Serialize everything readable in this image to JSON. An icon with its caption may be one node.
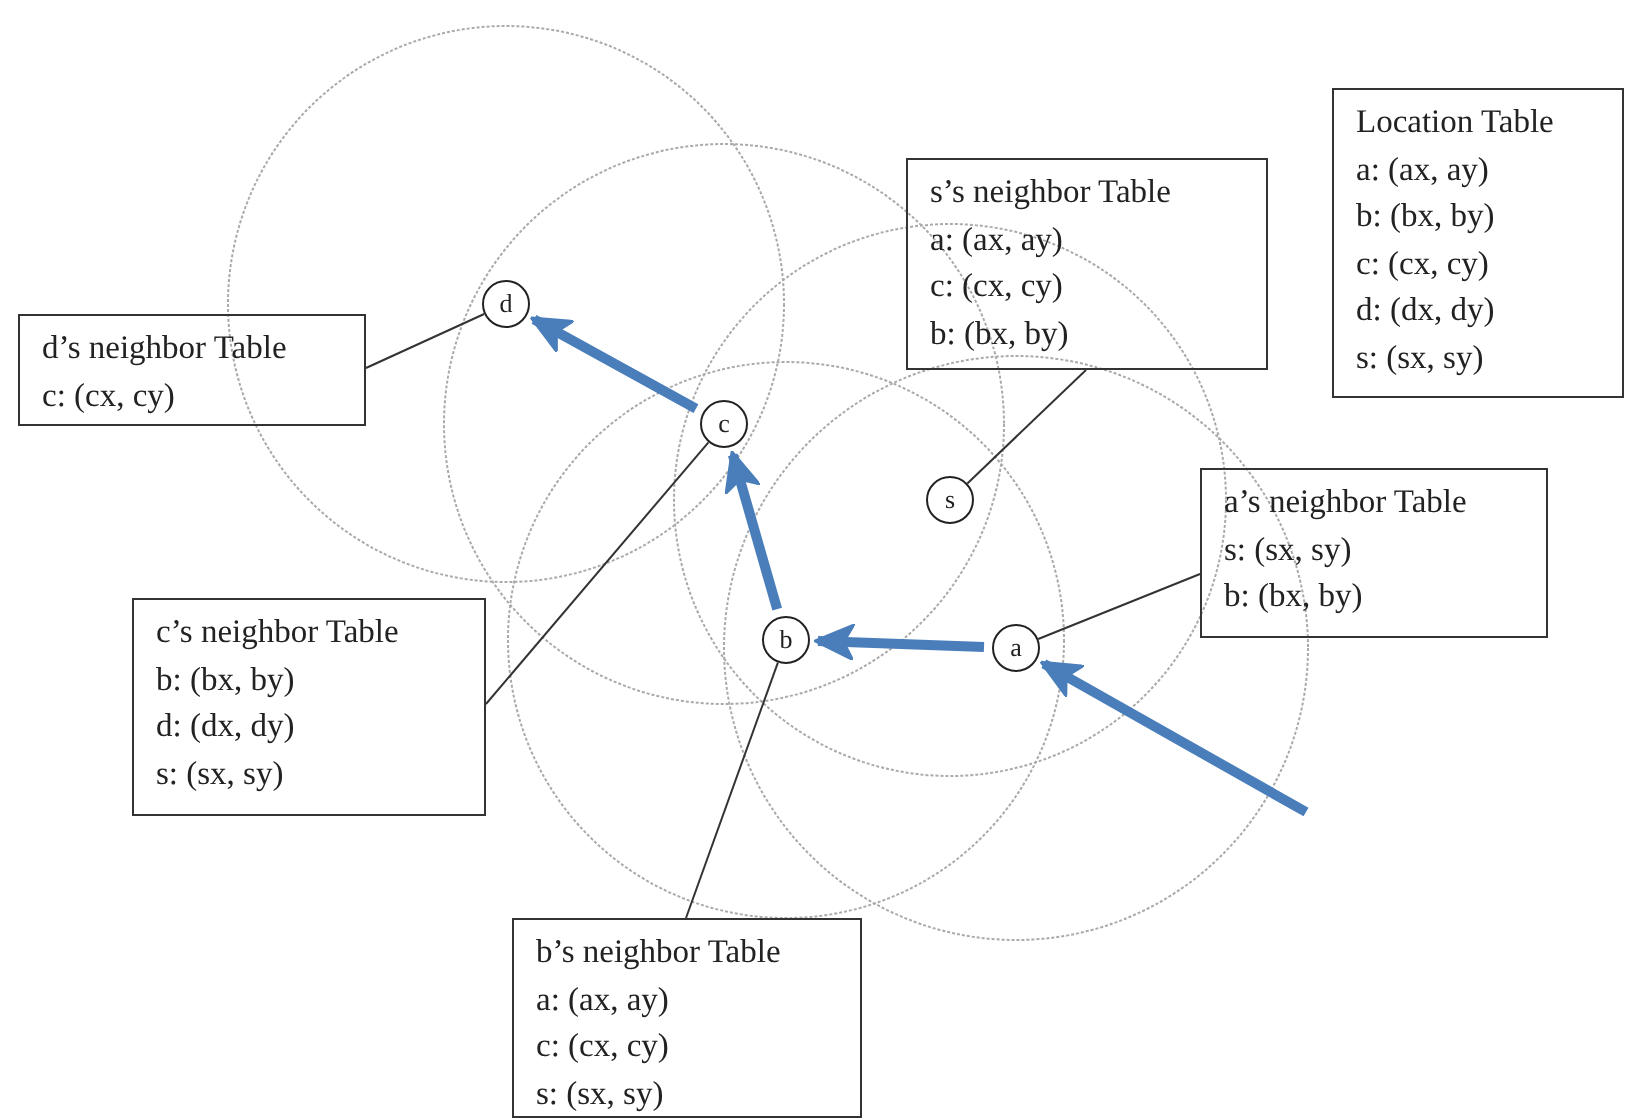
{
  "diagram": {
    "nodes": [
      {
        "text": [
          "Location Table",
          "a: (ax, ay)",
          "b: (bx, by)",
          "c: (cx, cy)",
          "d: (dx, dy)",
          "s: (sx, sy)"
        ]
      },
      {
        "text": [
          "s’s neighbor Table",
          "a: (ax, ay)",
          "c: (cx, cy)",
          "b: (bx, by)"
        ]
      },
      {
        "text": [
          "d"
        ]
      },
      {
        "text": [
          "d’s neighbor Table",
          "c: (cx, cy)"
        ]
      },
      {
        "text": [
          "c"
        ]
      },
      {
        "text": [
          "s"
        ]
      },
      {
        "text": [
          "a’s neighbor Table",
          "s: (sx, sy)",
          "b: (bx, by)"
        ]
      },
      {
        "text": [
          "c’s neighbor Table",
          "b: (bx, by)",
          "d: (dx, dy)",
          "s: (sx, sy)"
        ]
      },
      {
        "text": [
          "b"
        ]
      },
      {
        "text": [
          "a"
        ]
      },
      {
        "text": [
          "b’s neighbor Table",
          "a: (ax, ay)",
          "c: (cx, cy)",
          "s: (sx, sy)"
        ]
      }
    ],
    "edges": [
      {
        "from": null,
        "to": 9,
        "arrow": "to",
        "style": "thick",
        "color": "#4a7ebb"
      },
      {
        "from": 9,
        "to": 8,
        "arrow": "to",
        "style": "thick",
        "color": "#4a7ebb"
      },
      {
        "from": 8,
        "to": 4,
        "arrow": "to",
        "style": "thick",
        "color": "#4a7ebb"
      },
      {
        "from": 4,
        "to": 2,
        "arrow": "to",
        "style": "thick",
        "color": "#4a7ebb"
      },
      {
        "from": 1,
        "to": 5,
        "arrow": "none"
      },
      {
        "from": 3,
        "to": 2,
        "arrow": "none"
      },
      {
        "from": 6,
        "to": 9,
        "arrow": "none"
      },
      {
        "from": 7,
        "to": 4,
        "arrow": "none"
      },
      {
        "from": 10,
        "to": 8,
        "arrow": "none"
      }
    ]
  }
}
